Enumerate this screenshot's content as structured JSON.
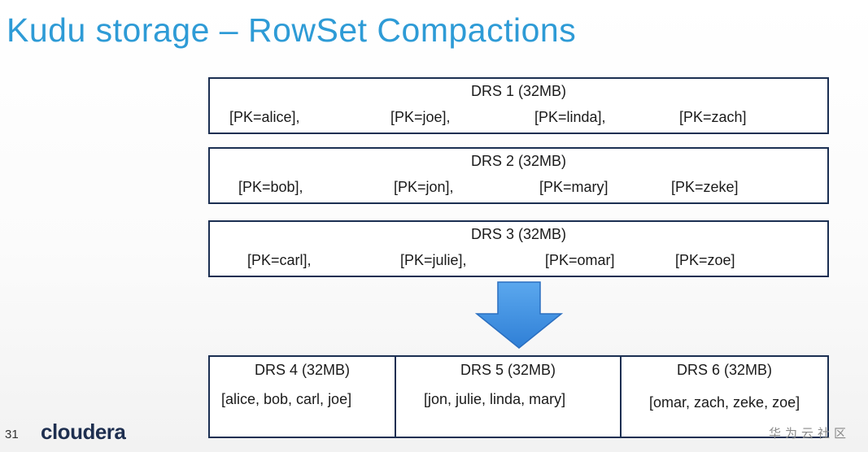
{
  "title": "Kudu storage – RowSet Compactions",
  "input_rowsets": [
    {
      "title": "DRS 1 (32MB)",
      "keys": [
        "[PK=alice],",
        "[PK=joe],",
        "[PK=linda],",
        "[PK=zach]"
      ]
    },
    {
      "title": "DRS 2 (32MB)",
      "keys": [
        "[PK=bob],",
        "[PK=jon],",
        "[PK=mary]",
        "[PK=zeke]"
      ]
    },
    {
      "title": "DRS 3 (32MB)",
      "keys": [
        "[PK=carl],",
        "[PK=julie],",
        "[PK=omar]",
        "[PK=zoe]"
      ]
    }
  ],
  "arrow_color": "#3d8fe0",
  "output_rowsets": [
    {
      "title": "DRS 4 (32MB)",
      "content": "[alice, bob, carl, joe]"
    },
    {
      "title": "DRS 5 (32MB)",
      "content": "[jon, julie, linda, mary]"
    },
    {
      "title": "DRS 6 (32MB)",
      "content": "[omar, zach, zeke, zoe]"
    }
  ],
  "footer": {
    "page_number": "31",
    "logo": "cloudera",
    "watermark": "华为云社区"
  }
}
